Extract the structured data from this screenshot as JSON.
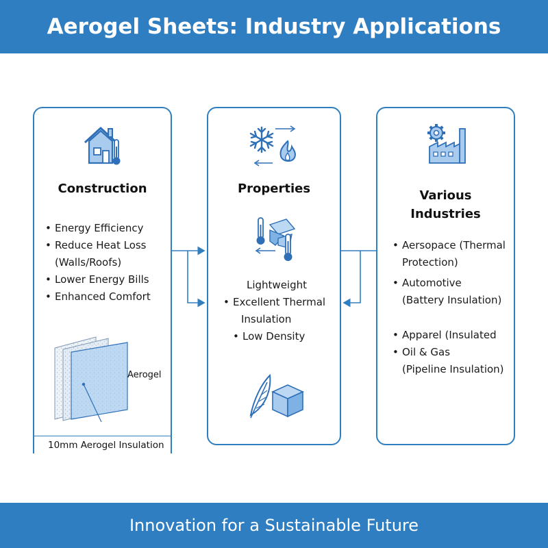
{
  "header": {
    "title": "Aerogel Sheets: Industry Applications"
  },
  "footer": {
    "tagline": "Innovation for a Sustainable Future"
  },
  "colors": {
    "brand": "#2e7ec1",
    "icon_fill": "#a9cbee",
    "icon_stroke": "#2e6fb8"
  },
  "construction": {
    "title": "Construction",
    "icon": "house-thermometer-icon",
    "items": [
      {
        "text": "Energy Efficiency"
      },
      {
        "text": "Reduce Heat Loss",
        "sub": "(Walls/Roofs)"
      },
      {
        "text": "Lower Energy Bills"
      },
      {
        "text": "Enhanced Comfort"
      }
    ],
    "diagram_label": "Aerogel",
    "caption": "10mm Aerogel Insulation"
  },
  "properties": {
    "title": "Properties",
    "icons": [
      "snowflake-flame-icon",
      "thermometer-layers-icon",
      "feather-cube-icon"
    ],
    "items": [
      {
        "text": "Lightweight"
      },
      {
        "text": "Excellent Thermal",
        "sub": "Insulation"
      },
      {
        "text": "Low Density"
      }
    ]
  },
  "industries": {
    "title_line1": "Various",
    "title_line2": "Industries",
    "icon": "factory-gear-icon",
    "items": [
      {
        "text": "Aersopace (Thermal",
        "sub": "Protection)"
      },
      {
        "text": "Automotive",
        "sub": "(Battery Insulation)"
      },
      {
        "text": "Apparel (Insulated"
      },
      {
        "text": "Oil & Gas",
        "sub": "(Pipeline Insulation)"
      }
    ]
  }
}
